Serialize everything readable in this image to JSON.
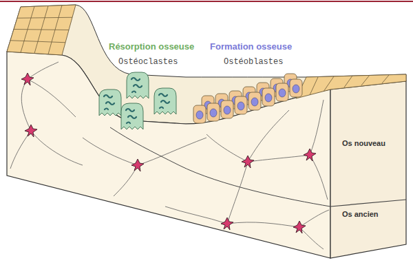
{
  "diagram": {
    "labels": [
      "Résorption osseuse",
      "Ostéoclastes",
      "Formation osseuse",
      "Ostéoblastes",
      "Os nouveau",
      "Os ancien"
    ]
  }
}
